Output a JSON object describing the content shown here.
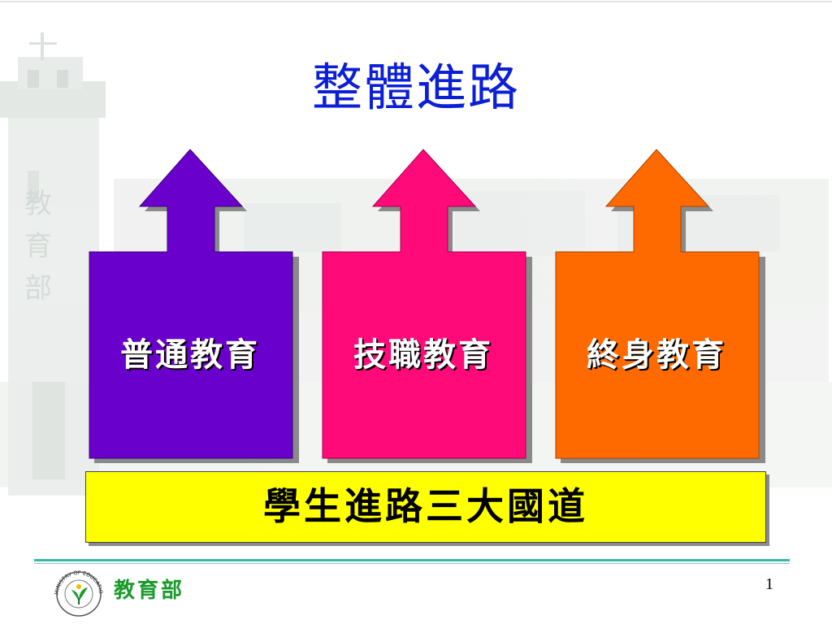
{
  "slide": {
    "title": "整體進路",
    "arrows": [
      {
        "label": "普通教育",
        "color": "#6a00cc"
      },
      {
        "label": "技職教育",
        "color": "#ff0a78"
      },
      {
        "label": "終身教育",
        "color": "#ff6a00"
      }
    ],
    "banner": {
      "text": "學生進路三大國道",
      "color": "#ffff00"
    },
    "footer": {
      "org_name": "教育部",
      "logo_text": "MINISTRY OF EDUCATION",
      "page_number": "1",
      "line_color": "#3bb7a8"
    },
    "background": {
      "watermark_text": "教育部"
    }
  }
}
